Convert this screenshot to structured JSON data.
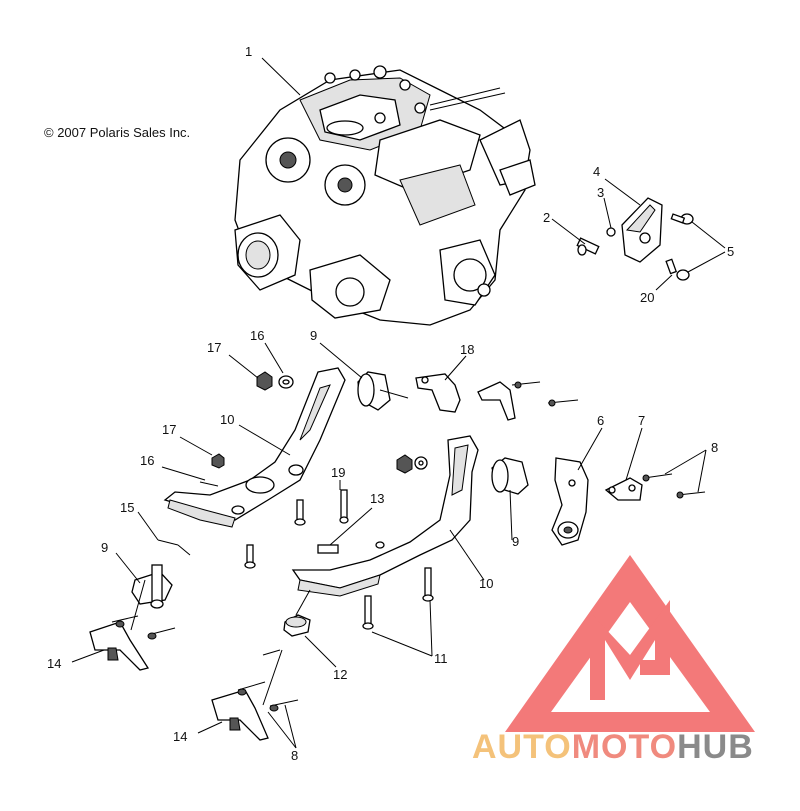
{
  "copyright": "© 2007 Polaris Sales Inc.",
  "callouts": [
    "1",
    "2",
    "3",
    "4",
    "5",
    "20",
    "17",
    "16",
    "9",
    "18",
    "10",
    "17",
    "16",
    "19",
    "13",
    "6",
    "7",
    "8",
    "15",
    "9",
    "9",
    "10",
    "14",
    "11",
    "12",
    "14",
    "8"
  ],
  "watermark": {
    "part1": "AUTO",
    "part2": "MOTO",
    "part3": "HUB",
    "color_auto": "#f4c27a",
    "color_moto": "#f08a7e",
    "color_hub": "#8a8a8a",
    "logo_color": "#f26b6b"
  }
}
